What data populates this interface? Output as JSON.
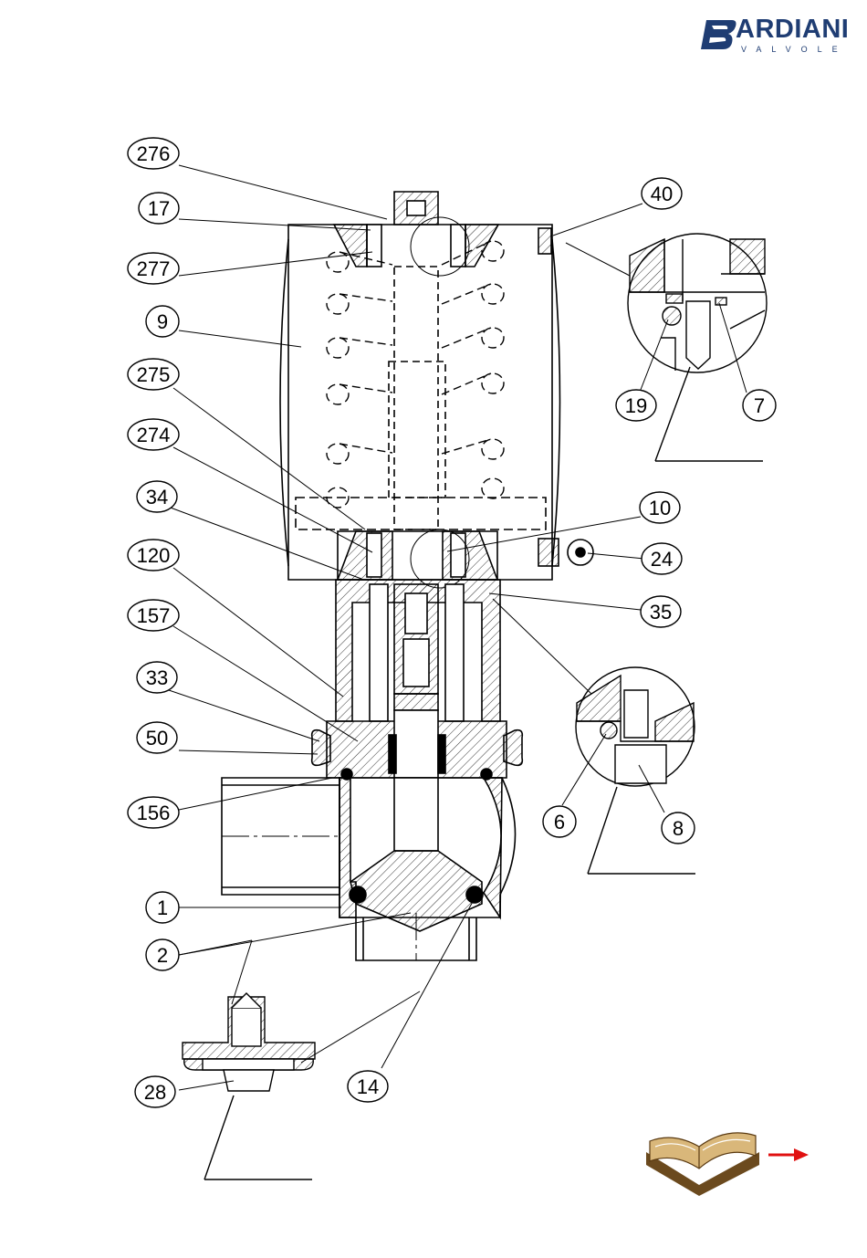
{
  "brand": {
    "name": "ARDIANI",
    "initial": "B",
    "tagline": "VALVOLE",
    "color": "#1f3d73"
  },
  "callouts": [
    {
      "id": "276",
      "label": "276"
    },
    {
      "id": "17",
      "label": "17"
    },
    {
      "id": "277",
      "label": "277"
    },
    {
      "id": "9",
      "label": "9"
    },
    {
      "id": "275",
      "label": "275"
    },
    {
      "id": "274",
      "label": "274"
    },
    {
      "id": "34",
      "label": "34"
    },
    {
      "id": "120",
      "label": "120"
    },
    {
      "id": "157",
      "label": "157"
    },
    {
      "id": "33",
      "label": "33"
    },
    {
      "id": "50",
      "label": "50"
    },
    {
      "id": "156",
      "label": "156"
    },
    {
      "id": "1",
      "label": "1"
    },
    {
      "id": "2",
      "label": "2"
    },
    {
      "id": "28",
      "label": "28"
    },
    {
      "id": "14",
      "label": "14"
    },
    {
      "id": "40",
      "label": "40"
    },
    {
      "id": "19",
      "label": "19"
    },
    {
      "id": "7",
      "label": "7"
    },
    {
      "id": "10",
      "label": "10"
    },
    {
      "id": "24",
      "label": "24"
    },
    {
      "id": "35",
      "label": "35"
    },
    {
      "id": "6",
      "label": "6"
    },
    {
      "id": "8",
      "label": "8"
    }
  ],
  "nav": {
    "icon": "book-icon",
    "arrow": "arrow-right-icon",
    "arrow_color": "#e01010"
  }
}
